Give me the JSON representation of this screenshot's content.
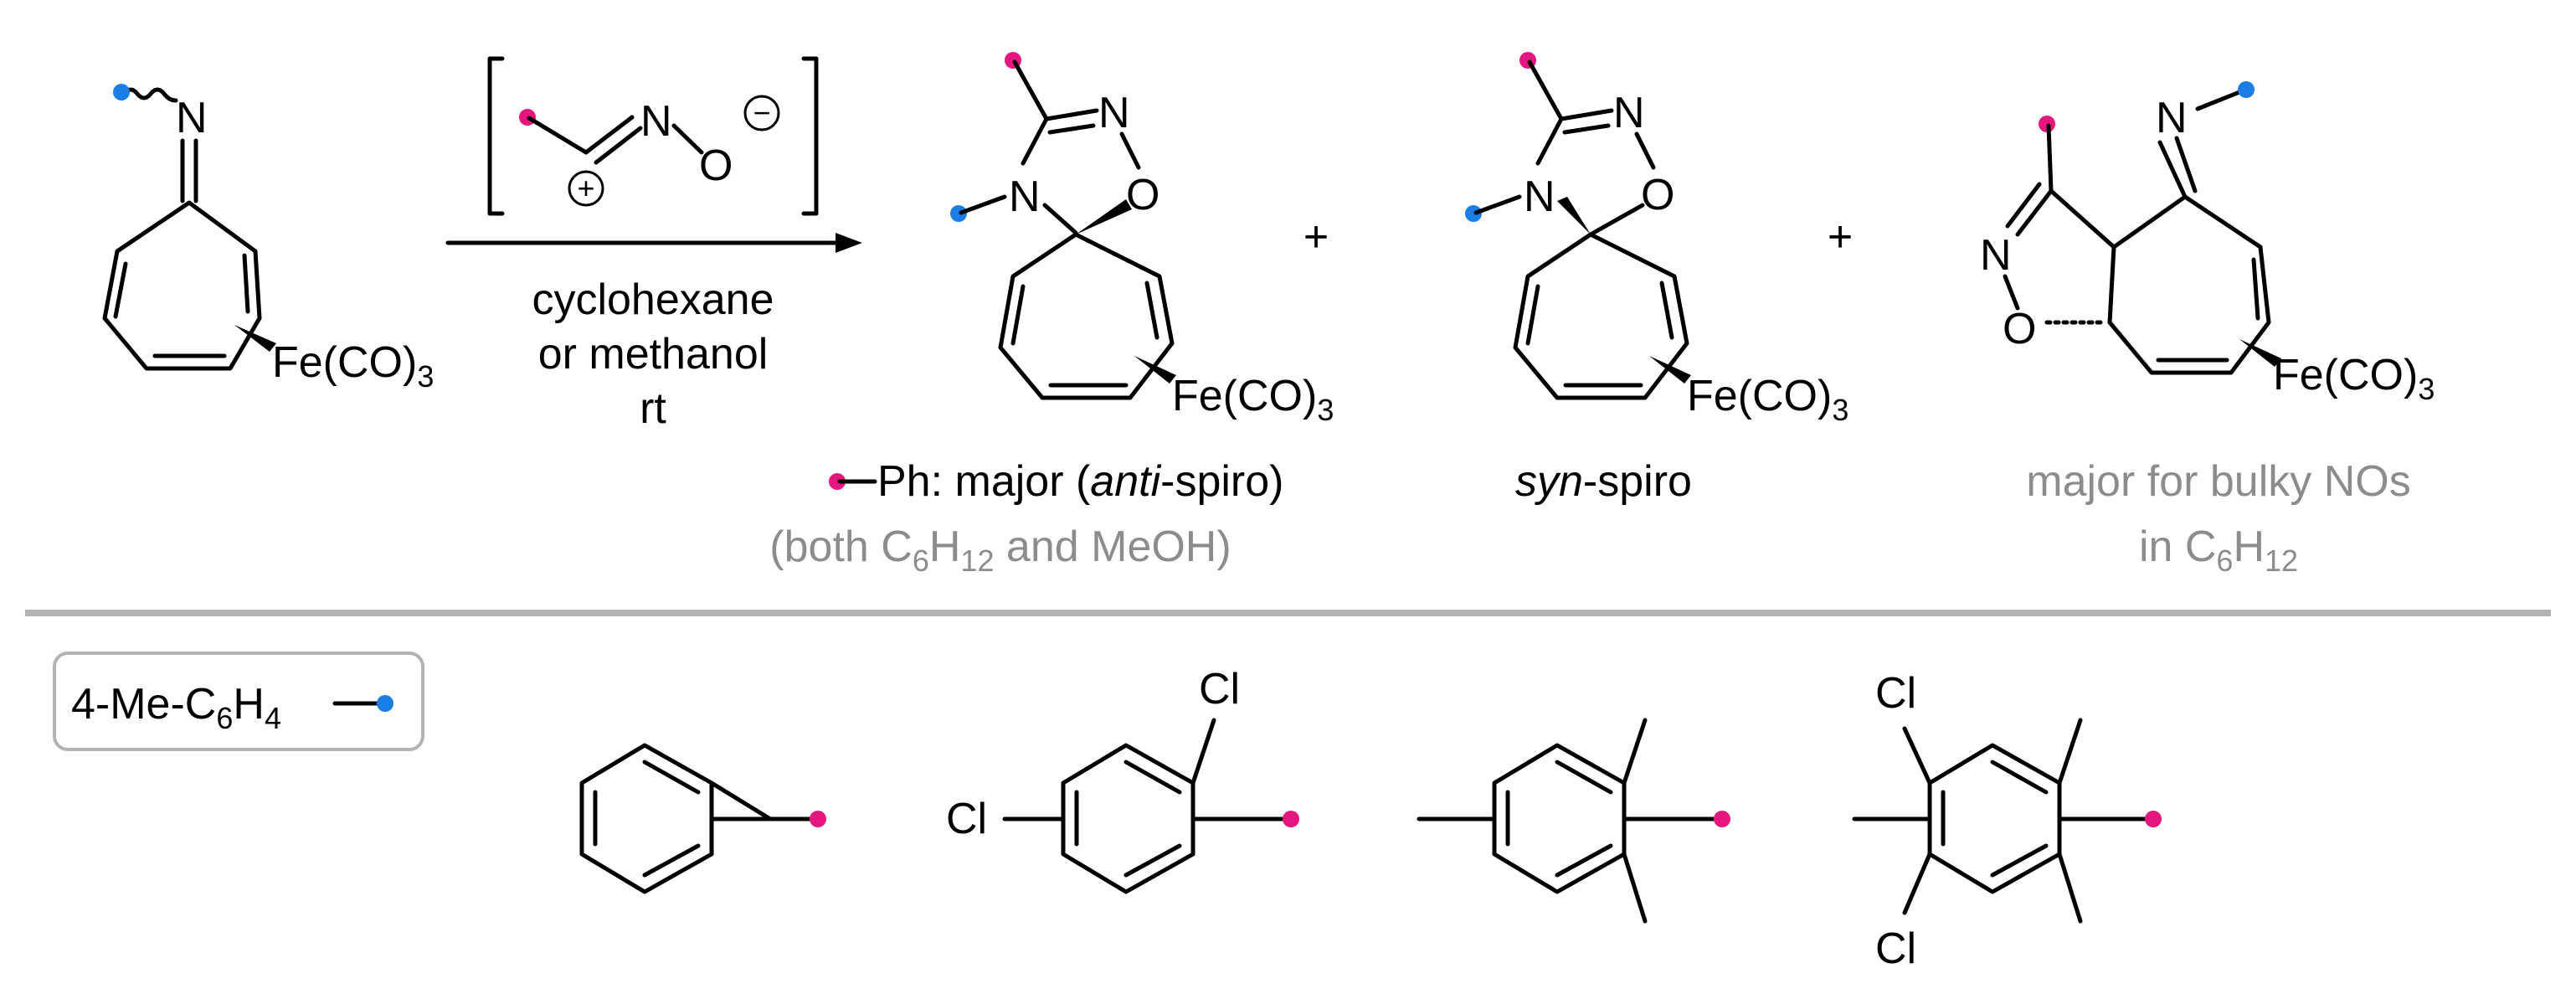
{
  "colors": {
    "r_dot": "#e5177e",
    "n_dot": "#1a7ee6",
    "caption_gray": "#8c8c8c",
    "divider": "#b3b3b3",
    "legend_border": "#b3b3b3"
  },
  "atoms": {
    "N": "N",
    "O": "O",
    "Cl": "Cl",
    "Fe": "Fe(CO)",
    "Fe_sub": "3",
    "plus_charge": "+",
    "minus_charge": "−"
  },
  "reaction": {
    "plus": "+",
    "condition_1": "cyclohexane",
    "condition_2": "or methanol",
    "condition_3": "rt"
  },
  "products": {
    "anti": {
      "label_prefix": "Ph: major (",
      "label_italic": "anti",
      "label_suffix": "-spiro)",
      "note_prefix": "(both C",
      "note_sub1": "6",
      "note_mid": "H",
      "note_sub2": "12",
      "note_suffix": " and MeOH)"
    },
    "syn": {
      "label_italic": "syn",
      "label_suffix": "-spiro"
    },
    "fused": {
      "note_line1": "major for bulky NOs",
      "note_line2_prefix": "in C",
      "note_line2_sub1": "6",
      "note_line2_mid": "H",
      "note_line2_sub2": "12"
    }
  },
  "legend": {
    "prefix": "4-Me-C",
    "sub1": "6",
    "mid": "H",
    "sub2": "4"
  }
}
